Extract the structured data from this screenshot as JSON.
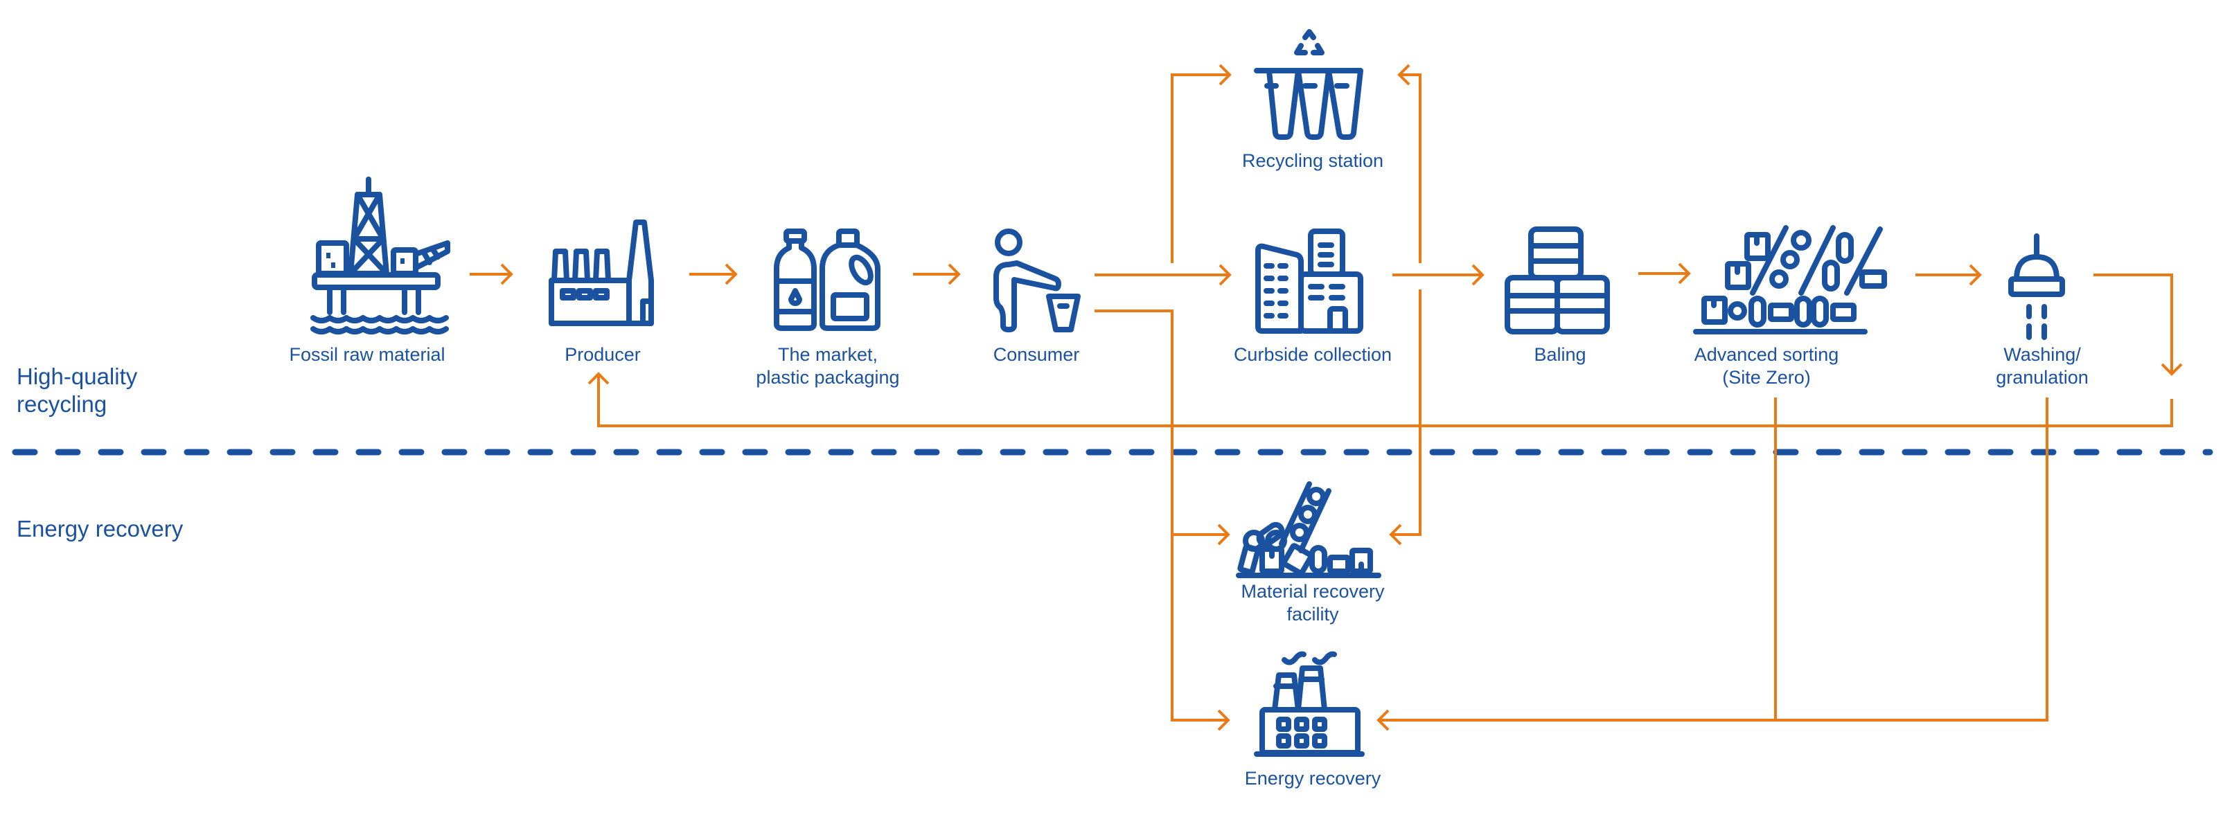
{
  "colors": {
    "primary_blue": "#1a52a0",
    "flow_orange": "#ec7a14",
    "background": "#ffffff"
  },
  "zones": {
    "upper": "High-quality\nrecycling",
    "lower": "Energy recovery"
  },
  "nodes": {
    "fossil": {
      "label": "Fossil raw material",
      "icon": "oil-rig-icon"
    },
    "producer": {
      "label": "Producer",
      "icon": "factory-icon"
    },
    "market": {
      "label": "The market,\nplastic packaging",
      "icon": "plastic-bottles-icon"
    },
    "consumer": {
      "label": "Consumer",
      "icon": "person-disposing-trash-icon"
    },
    "recycling_station": {
      "label": "Recycling station",
      "icon": "recycling-bins-icon"
    },
    "curbside": {
      "label": "Curbside collection",
      "icon": "buildings-icon"
    },
    "baling": {
      "label": "Baling",
      "icon": "bales-icon"
    },
    "sorting": {
      "label": "Advanced sorting\n(Site Zero)",
      "icon": "sorting-conveyor-icon"
    },
    "washing": {
      "label": "Washing/\ngranulation",
      "icon": "shower-wash-icon"
    },
    "mrf": {
      "label": "Material recovery\nfacility",
      "icon": "material-recovery-icon"
    },
    "energy": {
      "label": "Energy recovery",
      "icon": "power-plant-icon"
    }
  },
  "flows": [
    {
      "from": "Fossil raw material",
      "to": "Producer"
    },
    {
      "from": "Producer",
      "to": "The market, plastic packaging"
    },
    {
      "from": "The market, plastic packaging",
      "to": "Consumer"
    },
    {
      "from": "Consumer",
      "to": "Curbside collection"
    },
    {
      "from": "Consumer",
      "to": "Recycling station"
    },
    {
      "from": "Consumer",
      "to": "Material recovery facility"
    },
    {
      "from": "Consumer",
      "to": "Energy recovery"
    },
    {
      "from": "Curbside collection",
      "to": "Baling"
    },
    {
      "from": "Curbside collection",
      "to": "Recycling station"
    },
    {
      "from": "Curbside collection",
      "to": "Material recovery facility"
    },
    {
      "from": "Baling",
      "to": "Advanced sorting (Site Zero)"
    },
    {
      "from": "Advanced sorting (Site Zero)",
      "to": "Washing/granulation"
    },
    {
      "from": "Washing/granulation",
      "to": "Producer"
    },
    {
      "from": "Advanced sorting (Site Zero)",
      "to": "Energy recovery"
    },
    {
      "from": "Washing/granulation",
      "to": "Energy recovery"
    }
  ]
}
